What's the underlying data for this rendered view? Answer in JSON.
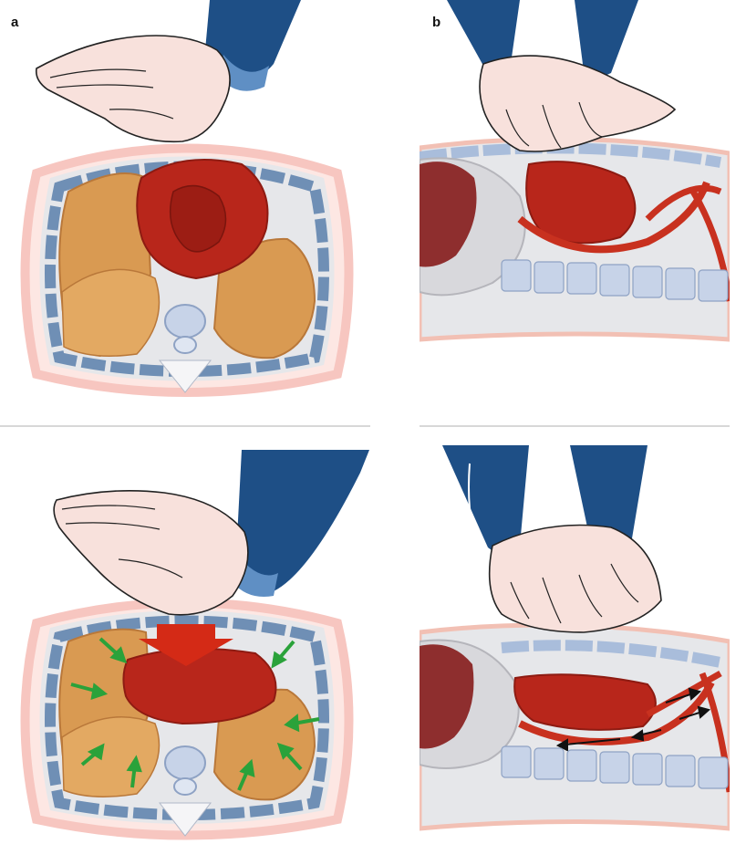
{
  "labels": {
    "a": "a",
    "b": "b"
  },
  "panels": [
    {
      "id": "a-top",
      "column": "a",
      "state": "before compression"
    },
    {
      "id": "b-top",
      "column": "b",
      "state": "before compression"
    },
    {
      "id": "a-bottom",
      "column": "a",
      "state": "during compression"
    },
    {
      "id": "b-bottom",
      "column": "b",
      "state": "during compression"
    }
  ],
  "colors": {
    "skin_outline": "#f7c6c0",
    "skin_fill": "#fde7e3",
    "tissue": "#e6e7ea",
    "ribs": "#6f8fb5",
    "ribs_light": "#a9bddb",
    "heart": "#b8261b",
    "heart_dark": "#8e1b12",
    "lung": "#d99a52",
    "lung_dark": "#b9783a",
    "sleeve": "#1e4f86",
    "sleeve_light": "#5f8fc4",
    "hand": "#f8e1dc",
    "spine": "#c7d3e8",
    "compression_arrow": "#d42a16",
    "lung_arrow": "#2aa23a",
    "flow_arrow": "#111111",
    "vessel": "#c8311f",
    "body_band": "#f2c0b4"
  }
}
